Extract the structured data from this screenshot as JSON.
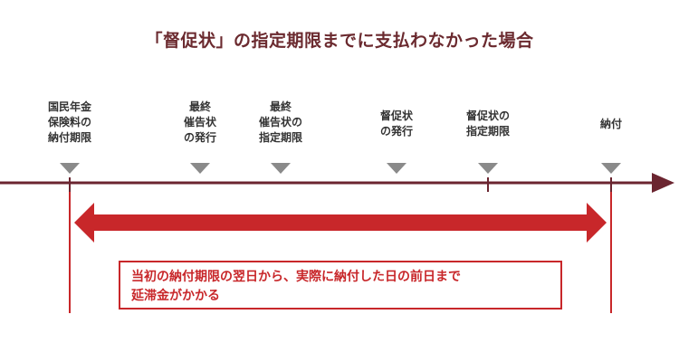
{
  "title": "「督促状」の指定期限までに支払わなかった場合",
  "timeline": {
    "events": [
      {
        "label": "国民年金\n保険料の\n納付期限"
      },
      {
        "label": "最終\n催告状\nの発行"
      },
      {
        "label": "最終\n催告状の\n指定期限"
      },
      {
        "label": "督促状\nの発行"
      },
      {
        "label": "督促状の\n指定期限"
      },
      {
        "label": "納付"
      }
    ]
  },
  "note": {
    "line1": "当初の納付期限の翌日から、実際に納付した日の前日まで",
    "line2": "延滞金がかかる"
  },
  "colors": {
    "title": "#6b2a2f",
    "axis": "#6b2530",
    "accent": "#c8272a",
    "marker": "#8a8a8a"
  }
}
